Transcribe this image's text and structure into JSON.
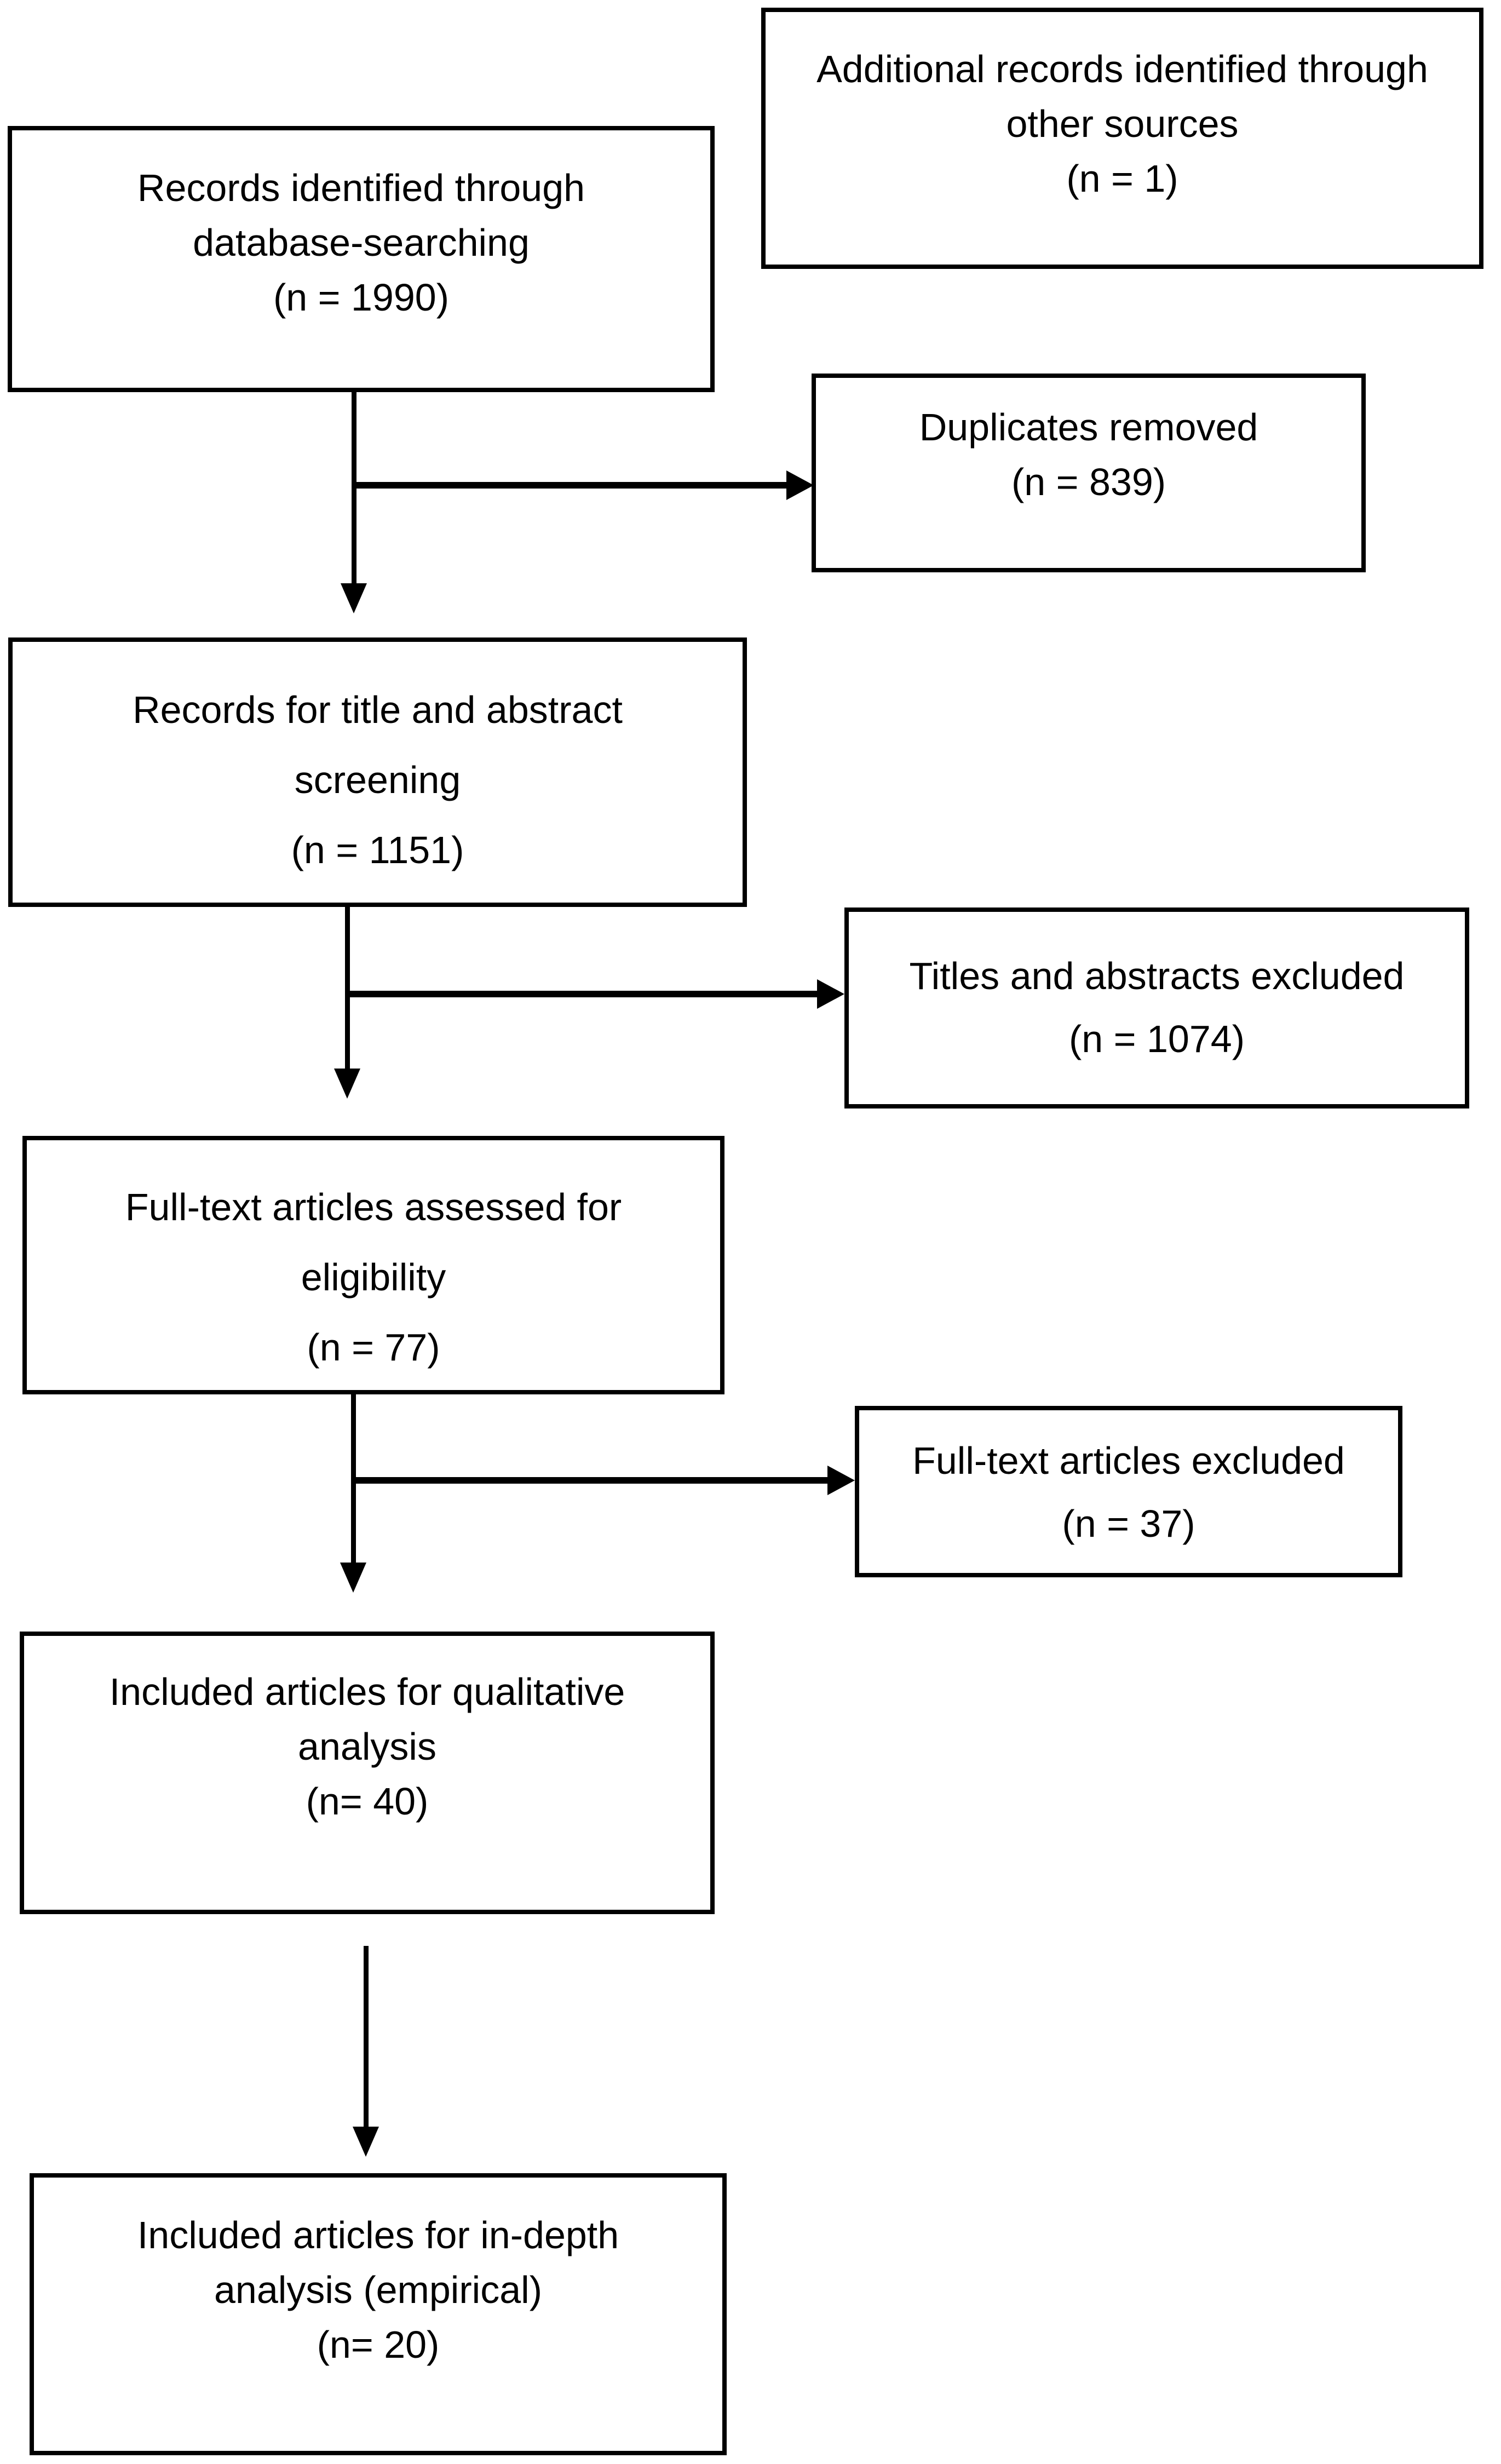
{
  "diagram": {
    "title": "PRISMA-style study selection flow diagram",
    "background": "#ffffff",
    "line_color": "#000000",
    "boxes": [
      {
        "id": "records-identified",
        "lines": [
          "Records identified through",
          "database-searching",
          "(n = 1990)"
        ]
      },
      {
        "id": "additional-records",
        "lines": [
          "Additional records identified through",
          "other sources",
          "(n = 1)"
        ]
      },
      {
        "id": "duplicates-removed",
        "lines": [
          "Duplicates removed",
          "(n = 839)"
        ]
      },
      {
        "id": "title-abstract-screening",
        "lines": [
          "Records for title and abstract",
          "screening",
          "(n = 1151)"
        ]
      },
      {
        "id": "titles-abstracts-excluded",
        "lines": [
          "Titles and abstracts excluded",
          "(n = 1074)"
        ]
      },
      {
        "id": "fulltext-assessed",
        "lines": [
          "Full-text articles assessed for",
          "eligibility",
          "(n = 77)"
        ]
      },
      {
        "id": "fulltext-excluded",
        "lines": [
          "Full-text articles excluded",
          "(n = 37)"
        ]
      },
      {
        "id": "included-qualitative",
        "lines": [
          "Included articles for qualitative",
          "analysis",
          "(n= 40)"
        ]
      },
      {
        "id": "included-indepth",
        "lines": [
          "Included articles for in-depth",
          "analysis (empirical)",
          "(n= 20)"
        ]
      }
    ],
    "connections": [
      {
        "from": "records-identified",
        "to": "duplicates-removed"
      },
      {
        "from": "records-identified",
        "to": "title-abstract-screening"
      },
      {
        "from": "title-abstract-screening",
        "to": "titles-abstracts-excluded"
      },
      {
        "from": "title-abstract-screening",
        "to": "fulltext-assessed"
      },
      {
        "from": "fulltext-assessed",
        "to": "fulltext-excluded"
      },
      {
        "from": "fulltext-assessed",
        "to": "included-qualitative"
      },
      {
        "from": "included-qualitative",
        "to": "included-indepth"
      }
    ]
  }
}
